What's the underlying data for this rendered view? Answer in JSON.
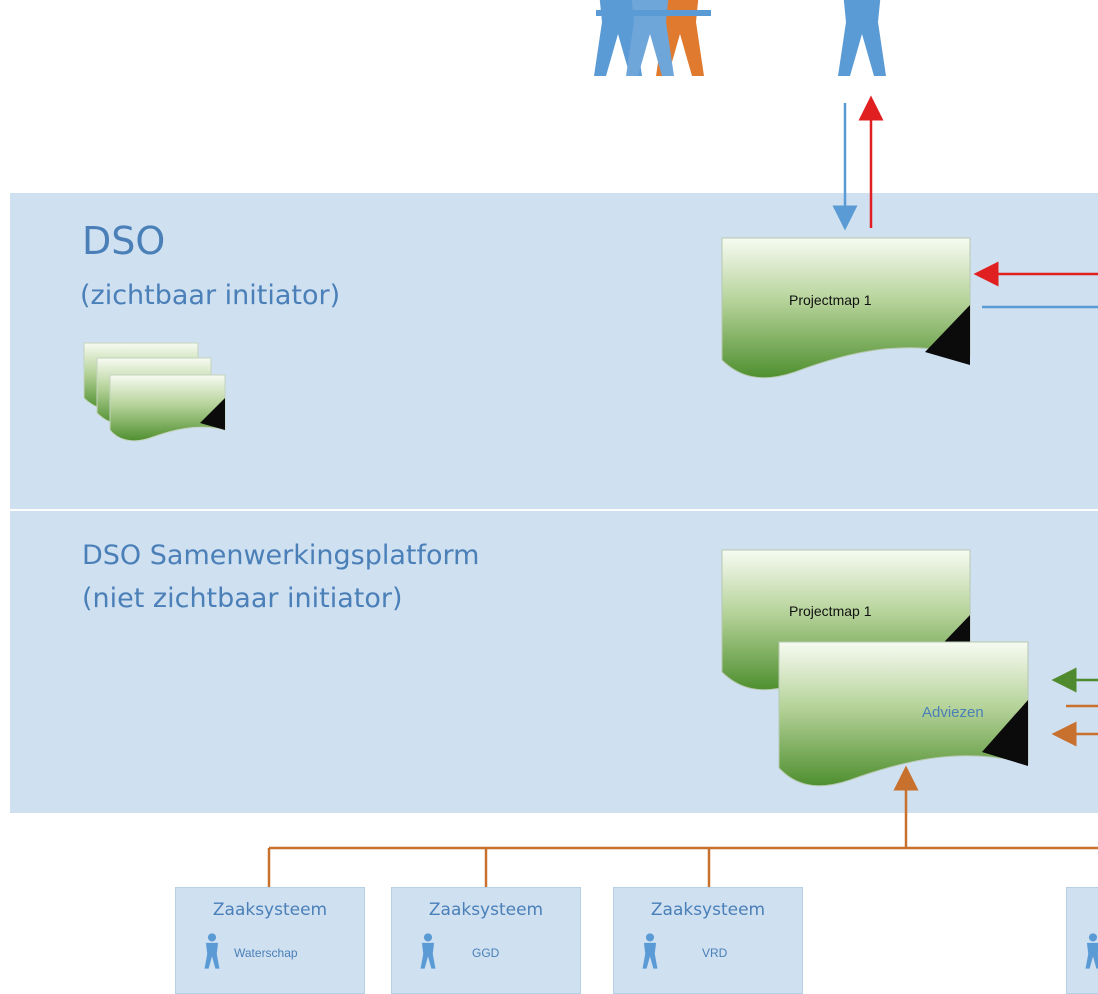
{
  "layers": {
    "dso": {
      "title": "DSO",
      "subtitle": "(zichtbaar initiator)"
    },
    "platform": {
      "title": "DSO Samenwerkingsplatform",
      "subtitle": "(niet zichtbaar initiator)"
    }
  },
  "documents": {
    "dso_map": "Projectmap 1",
    "platform_map": "Projectmap 1",
    "advice": "Adviezen"
  },
  "systems": [
    {
      "title": "Zaaksysteem",
      "org": "Waterschap"
    },
    {
      "title": "Zaaksysteem",
      "org": "GGD"
    },
    {
      "title": "Zaaksysteem",
      "org": "VRD"
    }
  ],
  "colors": {
    "band": "#cfe0f0",
    "text": "#4a7fb8",
    "person_blue": "#5b9bd5",
    "person_orange": "#e07a2f",
    "arrow_red": "#e02020",
    "arrow_blue": "#5b9bd5",
    "arrow_orange": "#c8702e",
    "arrow_green": "#4f8a2e",
    "doc_fill_top": "#f7fbf2",
    "doc_fill_bottom": "#4f8f2f"
  }
}
